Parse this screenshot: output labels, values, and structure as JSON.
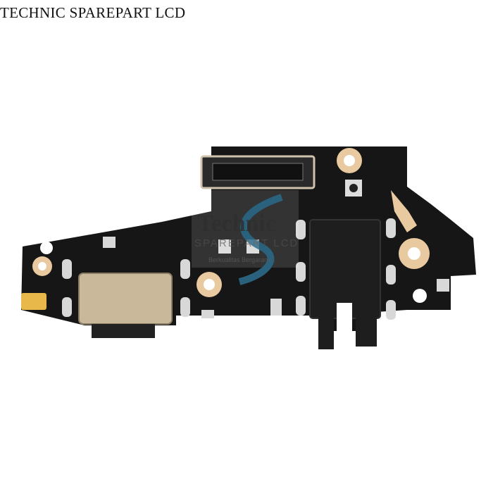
{
  "caption": "TECHNIC SPAREPART LCD",
  "watermark": {
    "brand": "Technic",
    "line2": "SPAREPART LCD",
    "tagline": "Berkualitas Bergaransi"
  },
  "colors": {
    "pcb": "#161616",
    "gold": "#e9c9a0",
    "connector": "#c9b89a"
  }
}
